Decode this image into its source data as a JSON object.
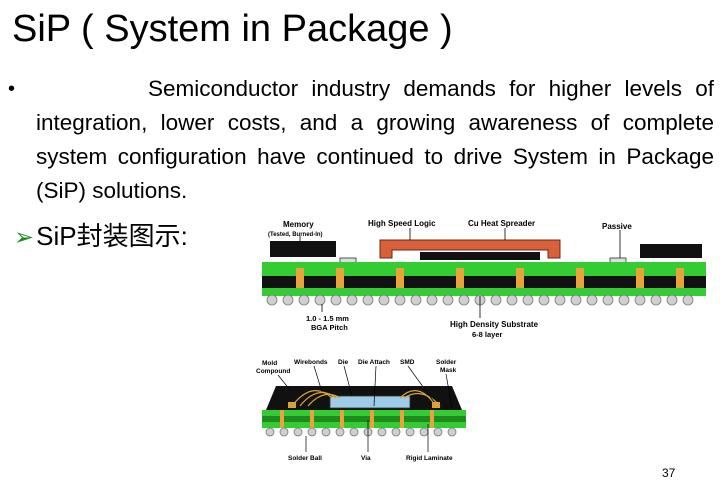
{
  "slide": {
    "title": "SiP ( System in Package )",
    "bullet1_text": "Semiconductor industry demands for higher levels of integration, lower costs, and a growing awareness of complete system configuration have continued to drive System in Package (SiP) solutions.",
    "bullet2_text": "SiP封装图示:",
    "page_number": "37"
  },
  "figure_top": {
    "labels": {
      "memory": "Memory",
      "memory_sub": "(Tested, Burned-In)",
      "high_speed_logic": "High Speed Logic",
      "cu_heat_spreader": "Cu Heat Spreader",
      "passive": "Passive",
      "bga_pitch_1": "1.0 - 1.5 mm",
      "bga_pitch_2": "BGA Pitch",
      "substrate_1": "High Density Substrate",
      "substrate_2": "6-8 layer"
    }
  },
  "figure_bottom": {
    "labels": {
      "mold_1": "Mold",
      "mold_2": "Compound",
      "wirebonds": "Wirebonds",
      "die": "Die",
      "die_attach": "Die Attach",
      "smd": "SMD",
      "solder_mask_1": "Solder",
      "solder_mask_2": "Mask",
      "solder_ball": "Solder Ball",
      "via": "Via",
      "rigid_laminate": "Rigid Laminate"
    }
  },
  "colors": {
    "substrate_green": "#33cc33",
    "heat_spreader": "#d9603a",
    "chip_black": "#111111",
    "bullet_arrow": "#1f8a1f"
  }
}
